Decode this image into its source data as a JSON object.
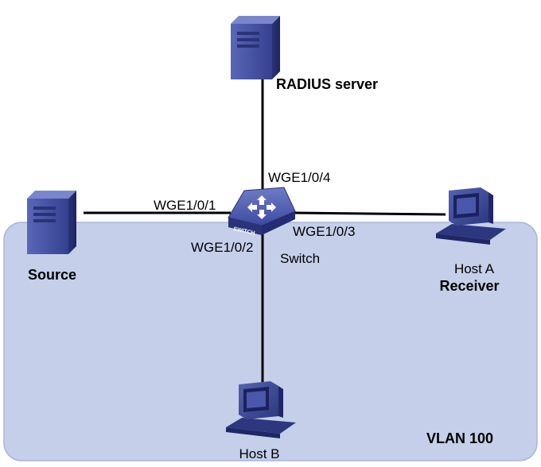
{
  "nodes": {
    "radius_server": {
      "label": "RADIUS server",
      "icon": "server-icon"
    },
    "source": {
      "label": "Source",
      "icon": "server-icon"
    },
    "switch": {
      "label": "Switch",
      "icon": "switch-icon",
      "badge": "SWITCH"
    },
    "host_a": {
      "label": "Host A",
      "role": "Receiver",
      "icon": "computer-icon"
    },
    "host_b": {
      "label": "Host B",
      "icon": "computer-icon"
    }
  },
  "ports": {
    "to_radius": "WGE1/0/4",
    "to_source": "WGE1/0/1",
    "to_host_b": "WGE1/0/2",
    "to_host_a": "WGE1/0/3"
  },
  "vlan": {
    "label": "VLAN 100"
  },
  "colors": {
    "vlan_fill": "#c5cfe9",
    "vlan_border": "#a9b6dc",
    "device_blue": "#3d4a9e",
    "device_dark": "#232c74",
    "link": "#000000"
  }
}
